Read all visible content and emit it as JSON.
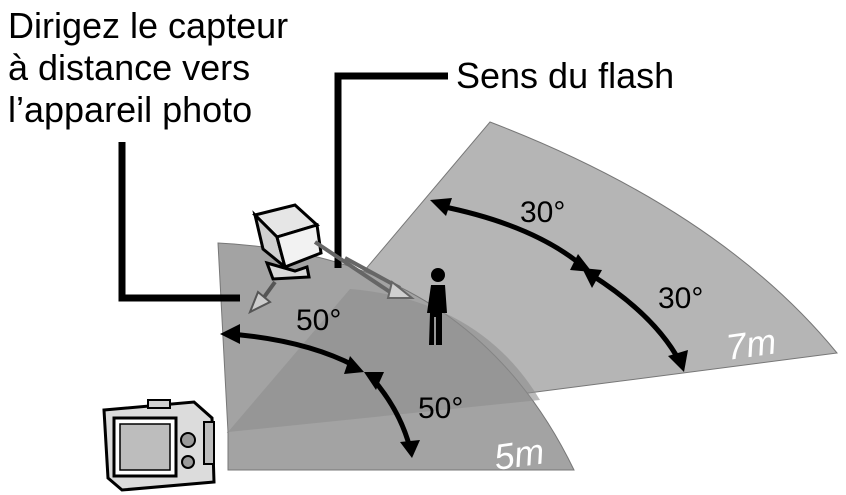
{
  "instruction": {
    "line1": "Dirigez le capteur",
    "line2": "à distance vers",
    "line3": "l’appareil photo"
  },
  "flash_direction_label": "Sens du flash",
  "angles": {
    "outer_upper": "30°",
    "outer_lower": "30°",
    "inner_upper": "50°",
    "inner_lower": "50°"
  },
  "distances": {
    "outer": "7m",
    "inner": "5m"
  },
  "colors": {
    "outer_sector": "#b5b5b5",
    "inner_sector": "#9a9a9a",
    "lines": "#000000",
    "distance_text": "#ffffff"
  },
  "icons": [
    "camera-icon",
    "flash-unit-icon",
    "person-icon"
  ]
}
